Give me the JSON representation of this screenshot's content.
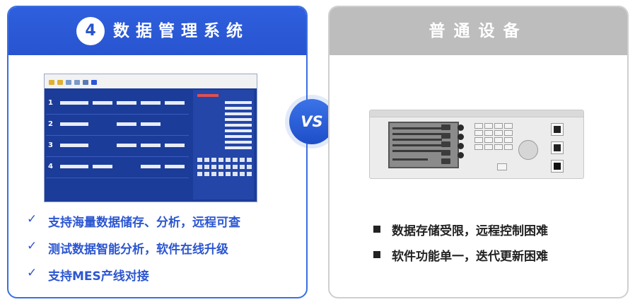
{
  "left": {
    "number": "4",
    "title": "数据管理系统",
    "features": [
      "支持海量数据储存、分析，远程可查",
      "测试数据智能分析，软件在线升级",
      "支持MES产线对接"
    ],
    "accent": "#2f5fde"
  },
  "versus": "VS",
  "right": {
    "title": "普通设备",
    "points": [
      "数据存储受限，远程控制困难",
      "软件功能单一，迭代更新困难"
    ],
    "accent": "#bdbdbd"
  },
  "software": {
    "row_numbers": [
      "1",
      "2",
      "3",
      "4"
    ],
    "icon": "software-screenshot"
  },
  "device": {
    "icon": "instrument-front-panel"
  }
}
